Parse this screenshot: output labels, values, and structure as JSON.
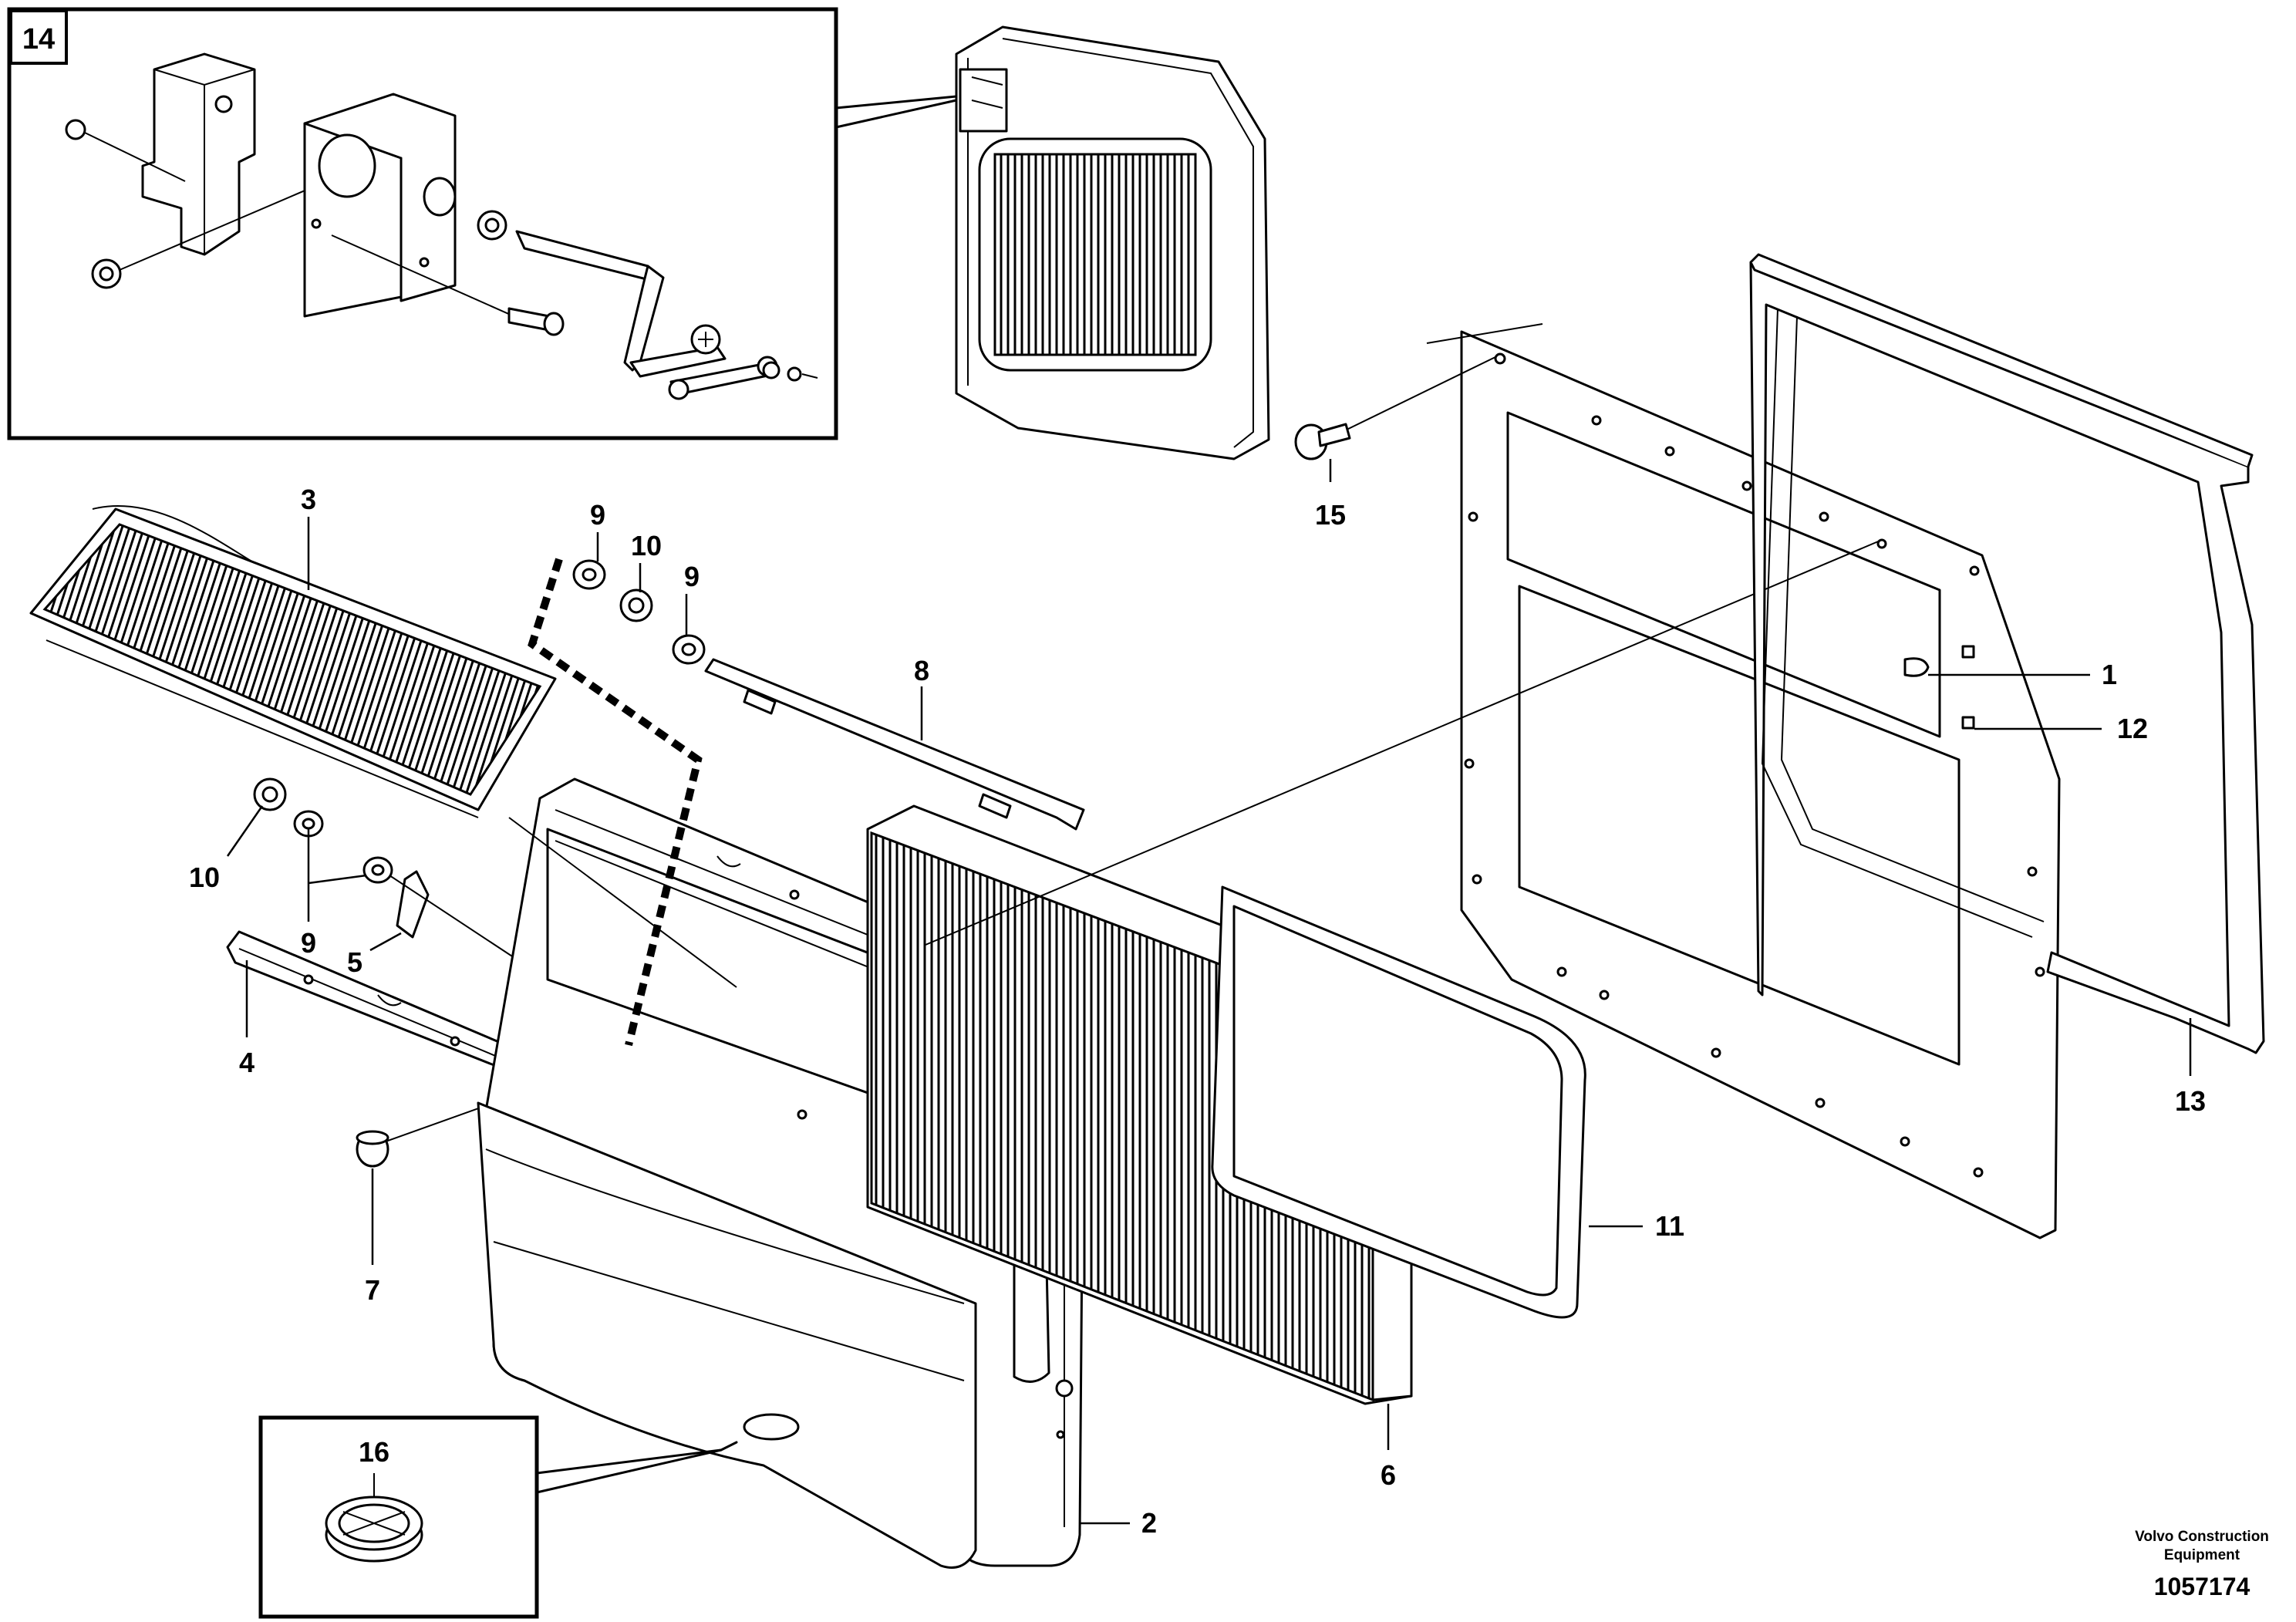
{
  "callouts": {
    "c1": "1",
    "c2": "2",
    "c3": "3",
    "c4": "4",
    "c5": "5",
    "c6": "6",
    "c7": "7",
    "c8": "8",
    "c9a": "9",
    "c9b": "9",
    "c9c": "9",
    "c10a": "10",
    "c10b": "10",
    "c11": "11",
    "c12": "12",
    "c13": "13",
    "c15": "15",
    "c16": "16"
  },
  "inset": {
    "number": "14"
  },
  "footer": {
    "brand_line1": "Volvo Construction",
    "brand_line2": "Equipment",
    "document_number": "1057174"
  }
}
